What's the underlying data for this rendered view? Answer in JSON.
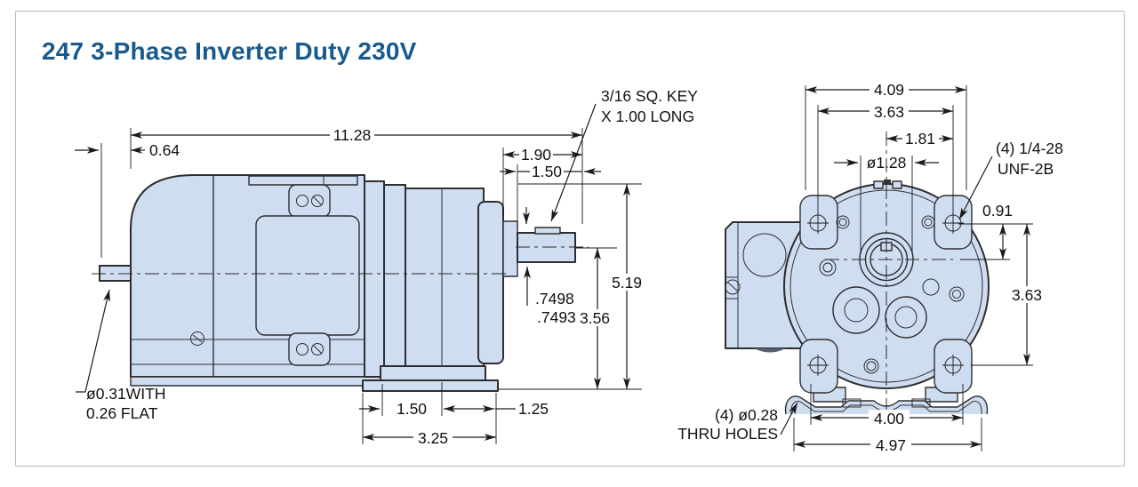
{
  "title": "247 3-Phase Inverter Duty 230V",
  "colors": {
    "title_blue": "#185a8d",
    "part_fill": "#cfddf1",
    "outline": "#2e2e31",
    "dim_line": "#1b1b1b",
    "card_border": "#b6b9bc"
  },
  "side_view": {
    "dims": {
      "overall_length": "11.28",
      "rear_shaft_ext": "0.64",
      "shaft_proj": "1.90",
      "shaft_len": "1.50",
      "overall_height": "5.19",
      "shaft_height": "3.56",
      "shaft_dia_hi": ".7498",
      "shaft_dia_lo": ".7493",
      "base_a": "1.50",
      "base_b": "1.25",
      "base_w": "3.25"
    },
    "callouts": {
      "key1": "3/16 SQ. KEY",
      "key2": "X 1.00 LONG",
      "rear1": "ø0.31WITH",
      "rear2": "0.26 FLAT"
    }
  },
  "end_view": {
    "dims": {
      "overall_w": "4.09",
      "bolt_w": "3.63",
      "half_w": "1.81",
      "hub_dia": "ø1.28",
      "shaft_offset": "0.91",
      "bolt_h": "3.63",
      "base_holes": "4.00",
      "base_w": "4.97"
    },
    "callouts": {
      "tap1": "(4) 1/4-28",
      "tap2": "UNF-2B",
      "thru1": "(4) ø0.28",
      "thru2": "THRU HOLES"
    }
  }
}
